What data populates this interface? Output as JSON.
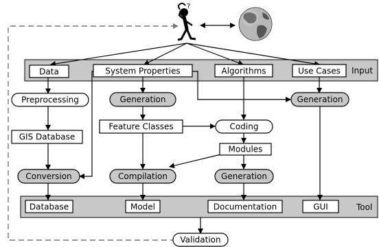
{
  "bands": {
    "input_label": "Input",
    "tool_label": "Tool"
  },
  "nodes": {
    "data": "Data",
    "system_properties": "System Properties",
    "algorithms": "Algorithms",
    "use_cases": "Use Cases",
    "preprocessing": "Preprocessing",
    "generation_props": "Generation",
    "generation_usecases": "Generation",
    "gis_database": "GIS Database",
    "feature_classes": "Feature Classes",
    "coding": "Coding",
    "modules": "Modules",
    "conversion": "Conversion",
    "compilation": "Compilation",
    "generation_modules": "Generation",
    "database": "Database",
    "model": "Model",
    "documentation": "Documentation",
    "gui": "GUI",
    "validation": "Validation"
  },
  "icons": {
    "thinker": "thinking-person-icon",
    "globe": "globe-icon",
    "thinker_glyph": "?"
  }
}
